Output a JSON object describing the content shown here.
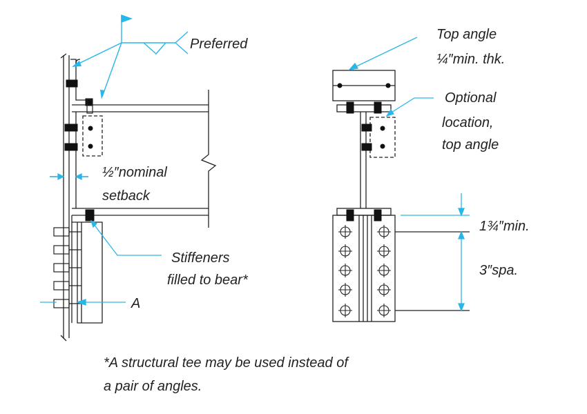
{
  "labels": {
    "preferred": "Preferred",
    "half_inch": "½″nominal",
    "setback": "setback",
    "stiffeners_1": "Stiffeners",
    "stiffeners_2": "filled to bear*",
    "section_a": "A",
    "top_angle_1": "Top angle",
    "top_angle_2": "¼″min. thk.",
    "optional_1": "Optional",
    "optional_2": "location,",
    "optional_3": "top angle",
    "edge_min": "1¾″min.",
    "spacing": "3″spa."
  },
  "note": {
    "line1": "*A structural tee may be used instead of",
    "line2": "a pair of angles."
  },
  "colors": {
    "leader": "#29b6e8",
    "ink": "#222222",
    "bolt_fill": "#111111"
  }
}
